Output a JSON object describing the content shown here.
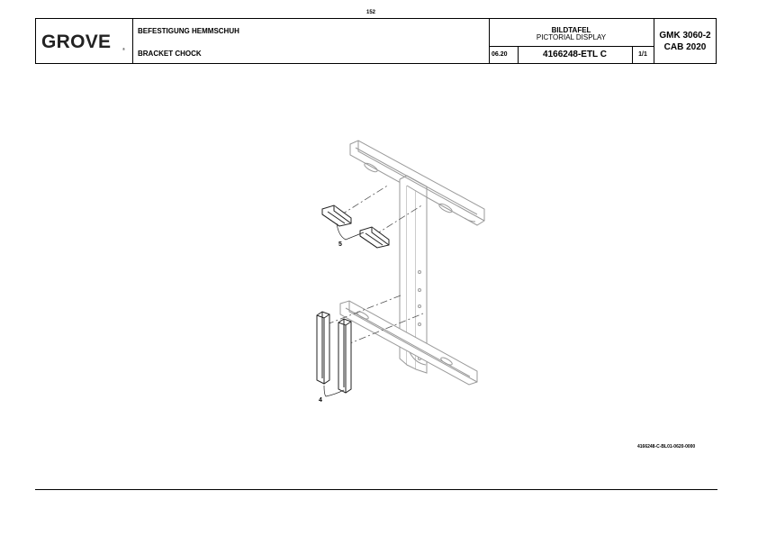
{
  "page": {
    "number": "152"
  },
  "header": {
    "logo": "GROVE",
    "logo_mark": "®",
    "title_de": "BEFESTIGUNG HEMMSCHUH",
    "title_en": "BRACKET CHOCK",
    "display_de": "BILDTAFEL",
    "display_en": "PICTORIAL DISPLAY",
    "date": "06.20",
    "document_number": "4166248-ETL C",
    "sheet": "1/1",
    "model": "GMK 3060-2",
    "cab": "CAB 2020"
  },
  "drawing": {
    "callouts": [
      "5",
      "4"
    ],
    "reference": "4166248-C-BL01-0620-0000"
  }
}
